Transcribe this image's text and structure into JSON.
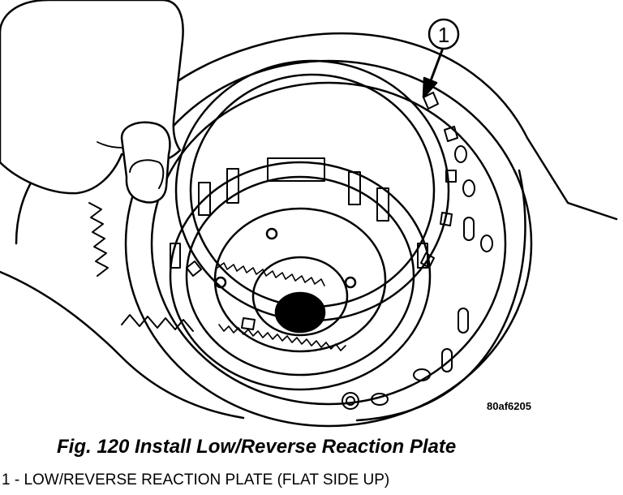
{
  "figure": {
    "reference_code": "80af6205",
    "caption": "Fig. 120 Install Low/Reverse Reaction Plate",
    "callout_number": "1",
    "legend": "1 - LOW/REVERSE REACTION PLATE (FLAT SIDE UP)"
  },
  "colors": {
    "ink": "#000000",
    "paper": "#ffffff"
  }
}
